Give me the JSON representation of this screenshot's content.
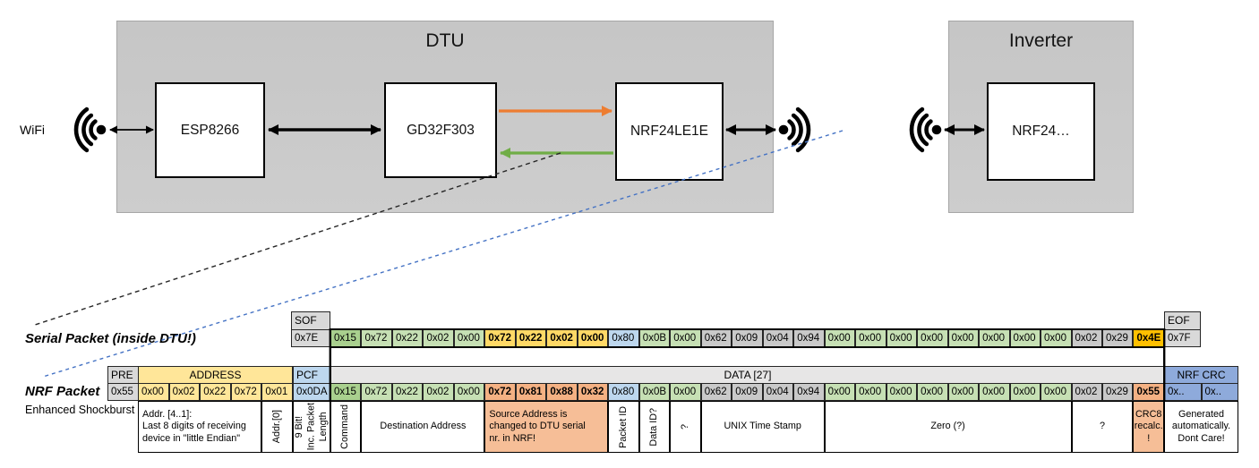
{
  "palette": {
    "green_dark": "#A9D08E",
    "green_light": "#C6E0B4",
    "gold": "#FFD966",
    "amber": "#FFC000",
    "blue_light": "#BDD7EE",
    "blue_med": "#8EAADB",
    "yellow": "#FFE699",
    "salmon": "#F4B183",
    "salmon_light": "#F6BE97",
    "gray_head": "#D9D9D9",
    "gray_mid": "#C9C9C9",
    "gray_band": "#E7E6E6",
    "orange_arrow": "#ED7D31",
    "green_arrow": "#70AD47",
    "blue_dash": "#4472C4"
  },
  "diagram": {
    "wifi_label": "WiFi",
    "dtu": {
      "title": "DTU",
      "components": [
        "ESP8266",
        "GD32F303",
        "NRF24LE1E"
      ]
    },
    "inverter": {
      "title": "Inverter",
      "component": "NRF24…"
    }
  },
  "serial_packet": {
    "label": "Serial Packet (inside DTU!)",
    "sof": {
      "header": "SOF",
      "value": "0x7E"
    },
    "eof": {
      "header": "EOF",
      "value": "0x7F"
    },
    "bytes": [
      {
        "v": "0x15",
        "fill": "green_dark"
      },
      {
        "v": "0x72",
        "fill": "green_light"
      },
      {
        "v": "0x22",
        "fill": "green_light"
      },
      {
        "v": "0x02",
        "fill": "green_light"
      },
      {
        "v": "0x00",
        "fill": "green_light"
      },
      {
        "v": "0x72",
        "fill": "gold",
        "b": true
      },
      {
        "v": "0x22",
        "fill": "gold",
        "b": true
      },
      {
        "v": "0x02",
        "fill": "gold",
        "b": true
      },
      {
        "v": "0x00",
        "fill": "gold",
        "b": true
      },
      {
        "v": "0x80",
        "fill": "blue_light"
      },
      {
        "v": "0x0B",
        "fill": "green_light"
      },
      {
        "v": "0x00",
        "fill": "green_light"
      },
      {
        "v": "0x62",
        "fill": "gray_mid"
      },
      {
        "v": "0x09",
        "fill": "gray_mid"
      },
      {
        "v": "0x04",
        "fill": "gray_mid"
      },
      {
        "v": "0x94",
        "fill": "gray_mid"
      },
      {
        "v": "0x00",
        "fill": "green_light"
      },
      {
        "v": "0x00",
        "fill": "green_light"
      },
      {
        "v": "0x00",
        "fill": "green_light"
      },
      {
        "v": "0x00",
        "fill": "green_light"
      },
      {
        "v": "0x00",
        "fill": "green_light"
      },
      {
        "v": "0x00",
        "fill": "green_light"
      },
      {
        "v": "0x00",
        "fill": "green_light"
      },
      {
        "v": "0x00",
        "fill": "green_light"
      },
      {
        "v": "0x02",
        "fill": "gray_mid"
      },
      {
        "v": "0x29",
        "fill": "gray_mid"
      },
      {
        "v": "0x4E",
        "fill": "amber",
        "b": true
      }
    ]
  },
  "nrf_packet": {
    "label": "NRF Packet",
    "sublabel": "Enhanced Shockburst",
    "pre": {
      "header": "PRE",
      "value": "0x55"
    },
    "address": {
      "header": "ADDRESS",
      "bytes": [
        "0x00",
        "0x02",
        "0x22",
        "0x72",
        "0x01"
      ]
    },
    "pcf": {
      "header": "PCF",
      "value": "0x0DA"
    },
    "data": {
      "header": "DATA [27]",
      "bytes": [
        {
          "v": "0x15",
          "fill": "green_dark"
        },
        {
          "v": "0x72",
          "fill": "green_light"
        },
        {
          "v": "0x22",
          "fill": "green_light"
        },
        {
          "v": "0x02",
          "fill": "green_light"
        },
        {
          "v": "0x00",
          "fill": "green_light"
        },
        {
          "v": "0x72",
          "fill": "salmon",
          "b": true
        },
        {
          "v": "0x81",
          "fill": "salmon",
          "b": true
        },
        {
          "v": "0x88",
          "fill": "salmon",
          "b": true
        },
        {
          "v": "0x32",
          "fill": "salmon",
          "b": true
        },
        {
          "v": "0x80",
          "fill": "blue_light"
        },
        {
          "v": "0x0B",
          "fill": "green_light"
        },
        {
          "v": "0x00",
          "fill": "green_light"
        },
        {
          "v": "0x62",
          "fill": "gray_mid"
        },
        {
          "v": "0x09",
          "fill": "gray_mid"
        },
        {
          "v": "0x04",
          "fill": "gray_mid"
        },
        {
          "v": "0x94",
          "fill": "gray_mid"
        },
        {
          "v": "0x00",
          "fill": "green_light"
        },
        {
          "v": "0x00",
          "fill": "green_light"
        },
        {
          "v": "0x00",
          "fill": "green_light"
        },
        {
          "v": "0x00",
          "fill": "green_light"
        },
        {
          "v": "0x00",
          "fill": "green_light"
        },
        {
          "v": "0x00",
          "fill": "green_light"
        },
        {
          "v": "0x00",
          "fill": "green_light"
        },
        {
          "v": "0x00",
          "fill": "green_light"
        },
        {
          "v": "0x02",
          "fill": "gray_mid"
        },
        {
          "v": "0x29",
          "fill": "gray_mid"
        },
        {
          "v": "0x55",
          "fill": "salmon",
          "b": true
        }
      ]
    },
    "crc": {
      "header": "NRF CRC",
      "bytes": [
        "0x..",
        "0x.."
      ]
    },
    "annotations": [
      {
        "text": "Addr. [4..1]:\nLast 8 digits of receiving\ndevice in \"little Endian\"",
        "grid": "addr",
        "start": 0,
        "span": 4,
        "align": "left"
      },
      {
        "text": "Addr.[0]",
        "grid": "addr",
        "start": 4,
        "span": 1,
        "vertical": true
      },
      {
        "text": "9 Bit!\nInc. Packet\nLength",
        "grid": "pcf",
        "start": 0,
        "span": 1,
        "vertical": true
      },
      {
        "text": "Command",
        "grid": "data",
        "start": 0,
        "span": 1,
        "vertical": true
      },
      {
        "text": "Destination Address",
        "grid": "data",
        "start": 1,
        "span": 4
      },
      {
        "text": "Source Address is\nchanged to DTU serial\nnr. in NRF!",
        "grid": "data",
        "start": 5,
        "span": 4,
        "fill": "salmon_light",
        "align": "left"
      },
      {
        "text": "Packet ID",
        "grid": "data",
        "start": 9,
        "span": 1,
        "vertical": true
      },
      {
        "text": "Data ID?",
        "grid": "data",
        "start": 10,
        "span": 1,
        "vertical": true
      },
      {
        "text": "?",
        "grid": "data",
        "start": 11,
        "span": 1,
        "vertical": true
      },
      {
        "text": "UNIX Time Stamp",
        "grid": "data",
        "start": 12,
        "span": 4
      },
      {
        "text": "Zero (?)",
        "grid": "data",
        "start": 16,
        "span": 8
      },
      {
        "text": "?",
        "grid": "data",
        "start": 24,
        "span": 2
      },
      {
        "text": "CRC8\nrecalc.\n!",
        "grid": "data",
        "start": 26,
        "span": 1,
        "fill": "salmon_light"
      },
      {
        "text": "Generated\nautomatically.\nDont Care!",
        "grid": "crc",
        "start": 0,
        "span": 2
      }
    ]
  }
}
